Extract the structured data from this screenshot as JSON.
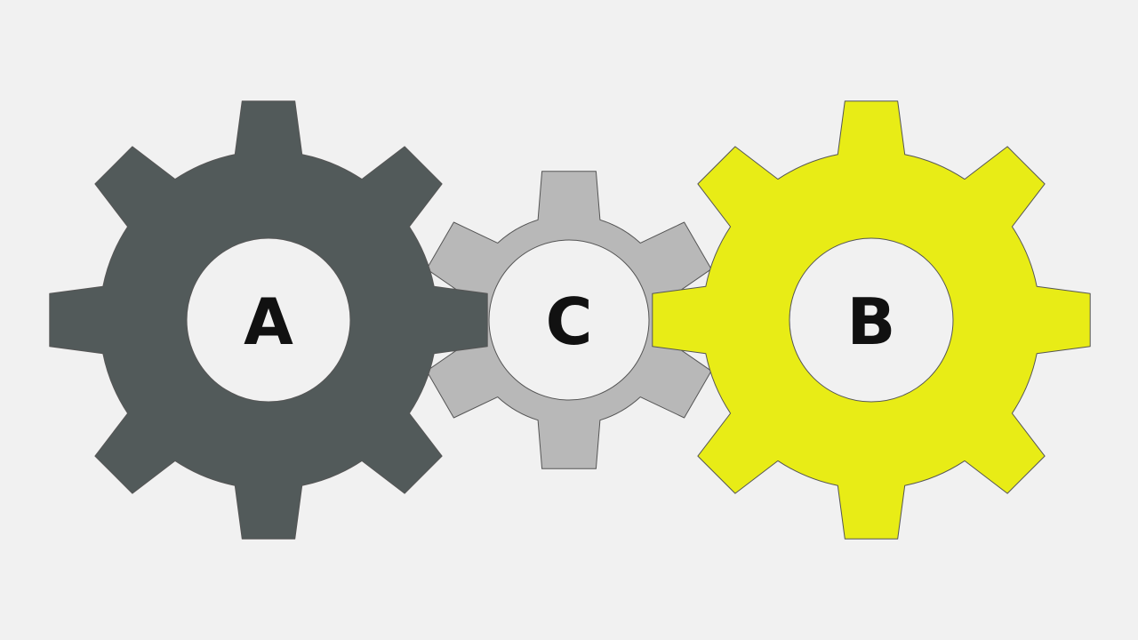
{
  "colors": {
    "background": "#f1f1f1",
    "gear_dark": "#525a5a",
    "gear_grey": "#b8b8b8",
    "gear_yellow": "#e8ec16",
    "hub_fill": "#f1f1f1",
    "label": "#111111",
    "outline": "#555555"
  },
  "gears": [
    {
      "id": "A",
      "label": "A",
      "teeth": 8,
      "color": "gear_dark"
    },
    {
      "id": "C",
      "label": "C",
      "teeth": 6,
      "color": "gear_grey"
    },
    {
      "id": "B",
      "label": "B",
      "teeth": 8,
      "color": "gear_yellow"
    }
  ]
}
